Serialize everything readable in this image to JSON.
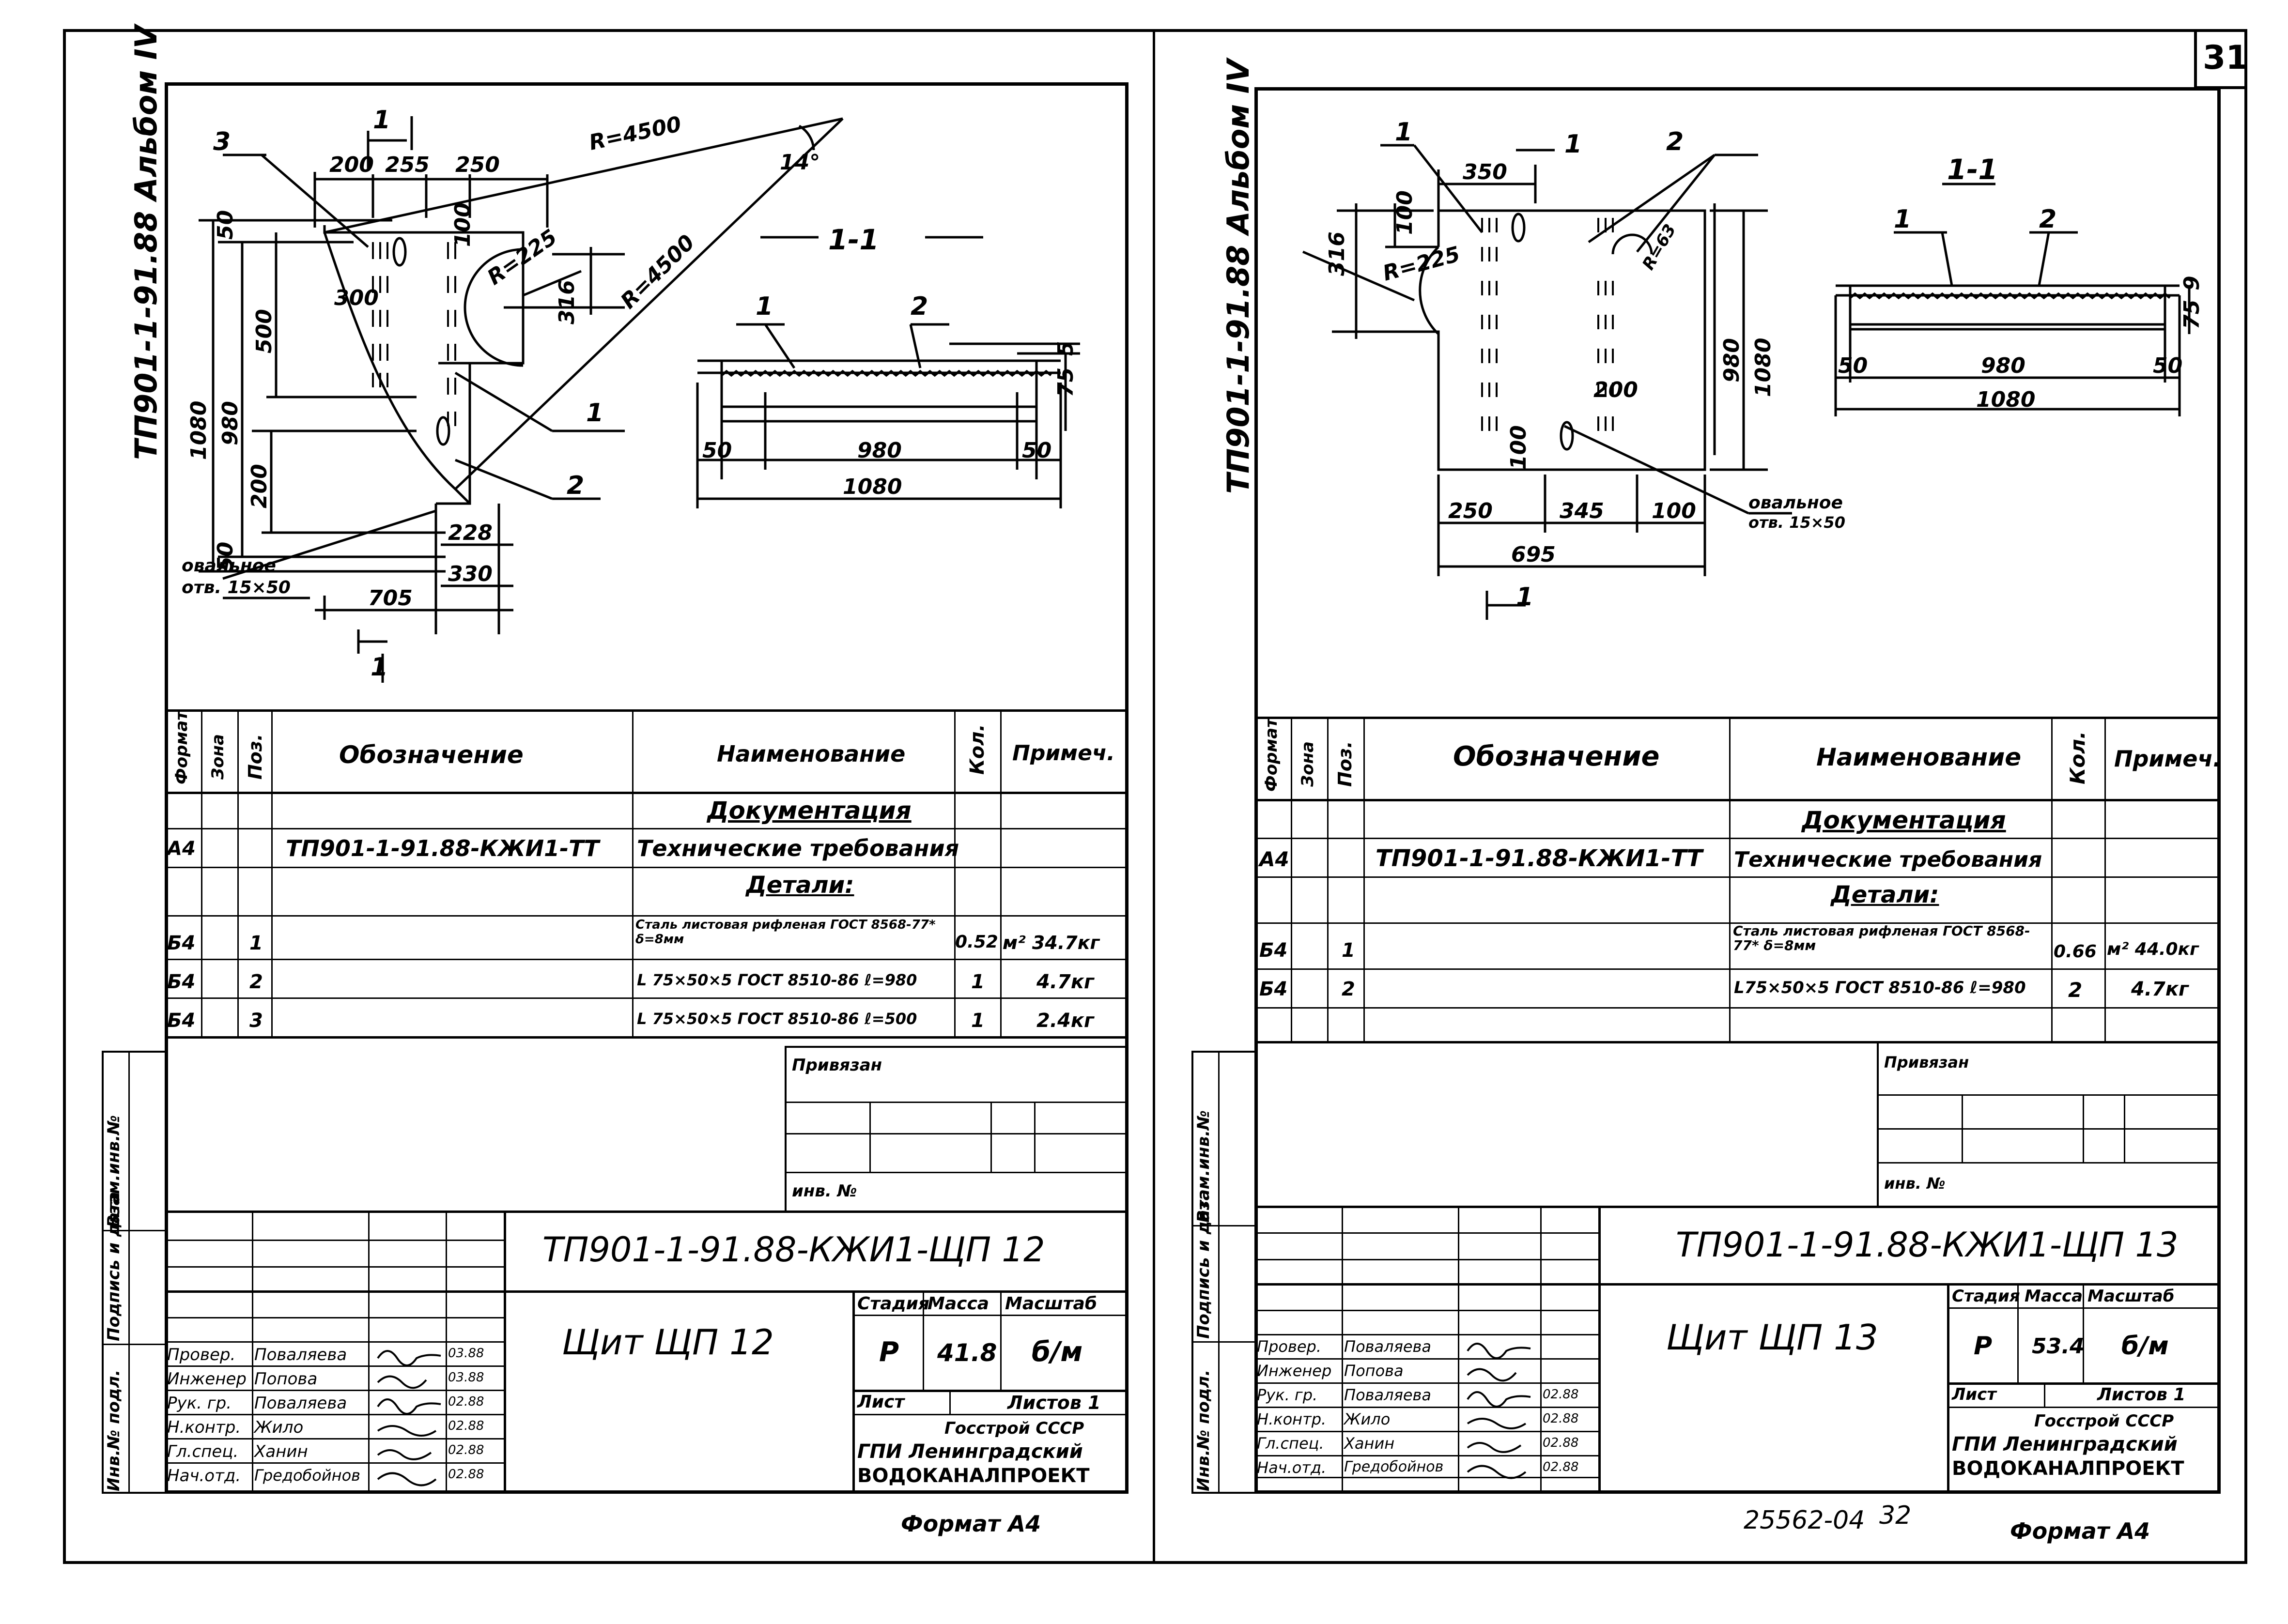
{
  "page_number": "31",
  "bottom_code": "25562-04",
  "bottom_num": "32",
  "sheets": [
    {
      "album": "ТП901-1-91.88 Альбом IV",
      "dims": {
        "d200": "200",
        "d255": "255",
        "d250": "250",
        "r4500a": "R=4500",
        "r4500b": "R=4500",
        "ang": "14°",
        "r225": "R=225",
        "d316": "316",
        "d100": "100",
        "d50a": "50",
        "d50b": "50",
        "d1080": "1080",
        "d980": "980",
        "d500": "500",
        "d300": "300",
        "d200v": "200",
        "d228": "228",
        "d330": "330",
        "d705": "705",
        "oval1": "овальное",
        "oval2": "отв. 15×50",
        "sec_label": "1",
        "sec_title": "1-1",
        "pos1": "1",
        "pos2": "2",
        "pos3": "3",
        "s_1": "1",
        "s_2": "2",
        "s_50l": "50",
        "s_980": "980",
        "s_50r": "50",
        "s_1080": "1080",
        "s_75": "75",
        "s_5": "5",
        "cut_top": "1",
        "cut_bottom": "1"
      },
      "spec_headers": [
        "Формат",
        "Зона",
        "Поз.",
        "Обозначение",
        "Наименование",
        "Кол.",
        "Примеч."
      ],
      "spec_rows": [
        {
          "fmt": "",
          "zone": "",
          "pos": "",
          "code": "",
          "name": "Документация",
          "qty": "",
          "note": ""
        },
        {
          "fmt": "А4",
          "zone": "",
          "pos": "",
          "code": "ТП901-1-91.88-КЖИ1-ТТ",
          "name": "Технические требования",
          "qty": "",
          "note": ""
        },
        {
          "fmt": "",
          "zone": "",
          "pos": "",
          "code": "",
          "name": "Детали:",
          "qty": "",
          "note": ""
        },
        {
          "fmt": "Б4",
          "zone": "",
          "pos": "1",
          "code": "",
          "name": "Сталь листовая рифленая ГОСТ 8568-77* δ=8мм",
          "qty": "0.52",
          "note": "м² 34.7кг"
        },
        {
          "fmt": "Б4",
          "zone": "",
          "pos": "2",
          "code": "",
          "name": "L 75×50×5 ГОСТ 8510-86 ℓ=980",
          "qty": "1",
          "note": "4.7кг"
        },
        {
          "fmt": "Б4",
          "zone": "",
          "pos": "3",
          "code": "",
          "name": "L 75×50×5 ГОСТ 8510-86 ℓ=500",
          "qty": "1",
          "note": "2.4кг"
        }
      ],
      "privyazan": "Привязан",
      "inv": "инв. №",
      "side_labels": [
        "Инв.№ подл.",
        "Подпись и дата",
        "Взам.инв.№"
      ],
      "doc_code": "ТП901-1-91.88-КЖИ1-ЩП 12",
      "title": "Щит ЩП 12",
      "stage_h": "Стадия",
      "mass_h": "Масса",
      "scale_h": "Масштаб",
      "stage": "Р",
      "mass": "41.8",
      "scale": "б/м",
      "list": "Лист",
      "listov": "Листов 1",
      "org1": "Госстрой СССР",
      "org2": "ГПИ Ленинградский",
      "org3": "ВОДОКАНАЛПРОЕКТ",
      "people": [
        {
          "role": "Провер.",
          "name": "Поваляева",
          "date": "03.88"
        },
        {
          "role": "Инженер",
          "name": "Попова",
          "date": "03.88"
        },
        {
          "role": "Рук. гр.",
          "name": "Поваляева",
          "date": "02.88"
        },
        {
          "role": "Н.контр.",
          "name": "Жило",
          "date": "02.88"
        },
        {
          "role": "Гл.спец.",
          "name": "Ханин",
          "date": "02.88"
        },
        {
          "role": "Нач.отд.",
          "name": "Гредобойнов",
          "date": "02.88"
        }
      ],
      "format": "Формат А4"
    },
    {
      "album": "ТП901-1-91.88 Альбом IV",
      "dims": {
        "d350": "350",
        "d316": "316",
        "d100": "100",
        "r225": "R=225",
        "d980": "980",
        "d1080": "1080",
        "d200": "200",
        "d100b": "100",
        "d250": "250",
        "d345": "345",
        "d100c": "100",
        "d695": "695",
        "oval1": "овальное",
        "oval2": "отв. 15×50",
        "r63": "R=63",
        "pos1": "1",
        "pos2": "2",
        "cut_top": "1",
        "cut_bottom": "1",
        "sec_title": "1-1",
        "s_1": "1",
        "s_2": "2",
        "s_50l": "50",
        "s_980": "980",
        "s_50r": "50",
        "s_1080": "1080",
        "s_75": "75",
        "s_9": "9"
      },
      "spec_headers": [
        "Формат",
        "Зона",
        "Поз.",
        "Обозначение",
        "Наименование",
        "Кол.",
        "Примеч."
      ],
      "spec_rows": [
        {
          "fmt": "",
          "zone": "",
          "pos": "",
          "code": "",
          "name": "Документация",
          "qty": "",
          "note": ""
        },
        {
          "fmt": "А4",
          "zone": "",
          "pos": "",
          "code": "ТП901-1-91.88-КЖИ1-ТТ",
          "name": "Технические требования",
          "qty": "",
          "note": ""
        },
        {
          "fmt": "",
          "zone": "",
          "pos": "",
          "code": "",
          "name": "Детали:",
          "qty": "",
          "note": ""
        },
        {
          "fmt": "Б4",
          "zone": "",
          "pos": "1",
          "code": "",
          "name": "Сталь листовая рифленая ГОСТ 8568-77* δ=8мм",
          "qty": "0.66",
          "note": "м² 44.0кг"
        },
        {
          "fmt": "Б4",
          "zone": "",
          "pos": "2",
          "code": "",
          "name": "L75×50×5 ГОСТ 8510-86 ℓ=980",
          "qty": "2",
          "note": "4.7кг"
        }
      ],
      "privyazan": "Привязан",
      "inv": "инв. №",
      "side_labels": [
        "Инв.№ подл.",
        "Подпись и дата",
        "Взам.инв.№"
      ],
      "doc_code": "ТП901-1-91.88-КЖИ1-ЩП 13",
      "title": "Щит ЩП 13",
      "stage_h": "Стадия",
      "mass_h": "Масса",
      "scale_h": "Масштаб",
      "stage": "Р",
      "mass": "53.4",
      "scale": "б/м",
      "list": "Лист",
      "listov": "Листов 1",
      "org1": "Госстрой СССР",
      "org2": "ГПИ Ленинградский",
      "org3": "ВОДОКАНАЛПРОЕКТ",
      "people": [
        {
          "role": "Провер.",
          "name": "Поваляева",
          "date": ""
        },
        {
          "role": "Инженер",
          "name": "Попова",
          "date": ""
        },
        {
          "role": "Рук. гр.",
          "name": "Поваляева",
          "date": "02.88"
        },
        {
          "role": "Н.контр.",
          "name": "Жило",
          "date": "02.88"
        },
        {
          "role": "Гл.спец.",
          "name": "Ханин",
          "date": "02.88"
        },
        {
          "role": "Нач.отд.",
          "name": "Гредобойнов",
          "date": "02.88"
        }
      ],
      "format": "Формат А4"
    }
  ]
}
